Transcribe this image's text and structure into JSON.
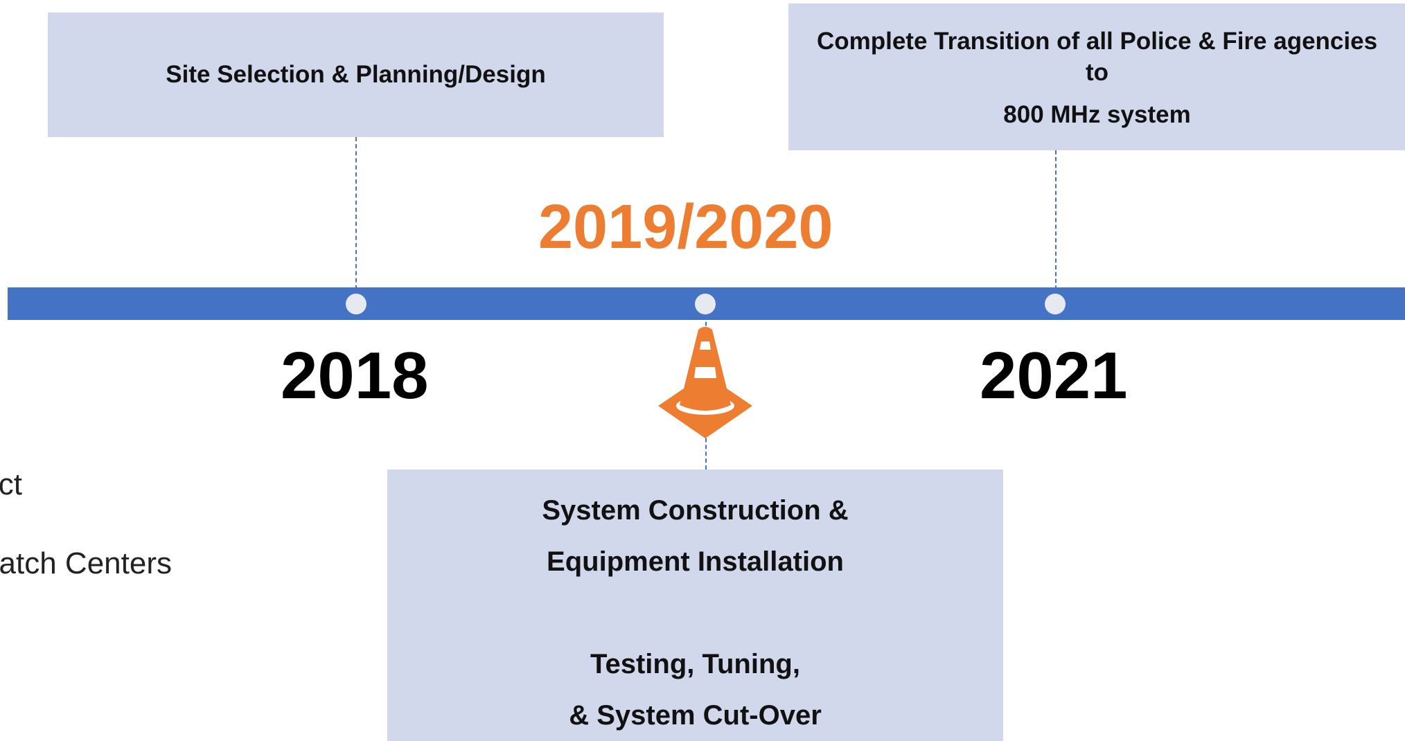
{
  "timeline": {
    "years": {
      "y2018": "2018",
      "y2019_2020": "2019/2020",
      "y2021": "2021"
    },
    "accent_color": "#ed7d31",
    "bar_color": "#4472c4",
    "box_color": "#d1d8eb"
  },
  "boxes": {
    "top_left": {
      "line1": "Site Selection & Planning/Design"
    },
    "top_right": {
      "line1": "Complete Transition of all Police & Fire agencies",
      "line2": "to",
      "line3": "800 MHz system"
    },
    "bottom": {
      "line1": "System Construction &",
      "line2": "Equipment Installation",
      "line3": "Testing, Tuning,",
      "line4": "& System Cut-Over"
    }
  },
  "partial_text": {
    "line1": "ct",
    "line2": "atch Centers"
  },
  "icons": {
    "cone": "traffic-cone-icon"
  }
}
